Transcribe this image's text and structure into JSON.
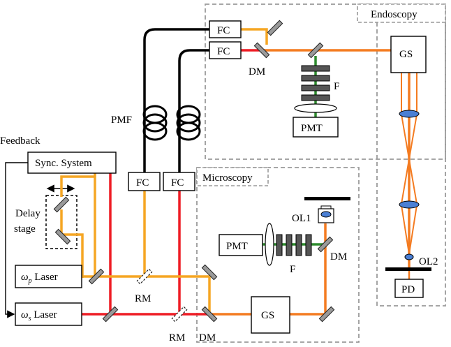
{
  "labels": {
    "endoscopy": "Endoscopy",
    "microscopy": "Microscopy",
    "feedback": "Feedback",
    "sync_system": "Sync. System",
    "delay_stage_line1": "Delay",
    "delay_stage_line2": "stage",
    "pump_laser_sym": "ω",
    "pump_laser_sub": "p",
    "pump_laser_word": " Laser",
    "stokes_laser_sym": "ω",
    "stokes_laser_sub": "s",
    "stokes_laser_word": " Laser",
    "pmf": "PMF",
    "fc_top": "FC",
    "fc_second": "FC",
    "fc_left": "FC",
    "fc_right": "FC",
    "dm_endo": "DM",
    "dm_micro_bottom": "DM",
    "dm_micro_right": "DM",
    "filter_endo": "F",
    "filter_micro": "F",
    "pmt_endo": "PMT",
    "pmt_micro": "PMT",
    "gs_endo": "GS",
    "gs_micro": "GS",
    "ol1": "OL1",
    "ol2": "OL2",
    "pd": "PD",
    "rm_upper": "RM",
    "rm_lower": "RM"
  },
  "colors": {
    "pump_beam": "#f5a623",
    "stokes_beam": "#ee1c24",
    "combined_beam": "#f47b20",
    "signal_beam": "#2e8b2e",
    "lens_fill": "#4a7fd4",
    "region_border": "#9a9a9a"
  }
}
